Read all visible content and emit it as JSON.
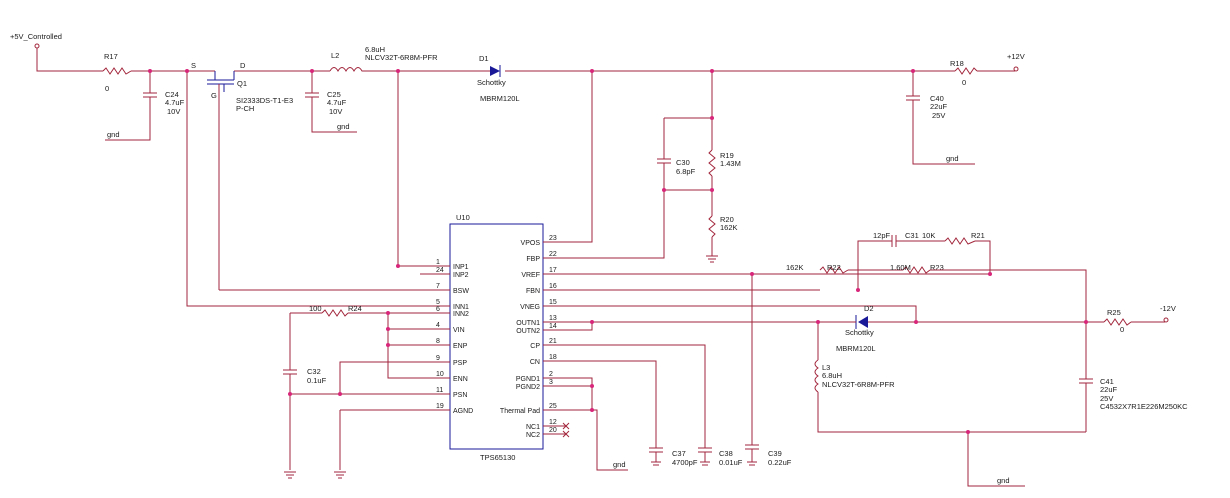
{
  "labels": {
    "net_5v": "+5V_Controlled",
    "net_12v": "+12V",
    "net_m12v": "-12V",
    "gnd": "gnd"
  },
  "components": {
    "r17": {
      "ref": "R17",
      "val": "0"
    },
    "c24": {
      "ref": "C24",
      "val": "4.7uF",
      "v": "10V"
    },
    "q1": {
      "ref": "Q1",
      "part": "SI2333DS-T1-E3",
      "type": "P-CH",
      "s": "S",
      "d": "D",
      "g": "G"
    },
    "c25": {
      "ref": "C25",
      "val": "4.7uF",
      "v": "10V"
    },
    "l2": {
      "ref": "L2",
      "val": "6.8uH",
      "part": "NLCV32T-6R8M-PFR"
    },
    "d1": {
      "ref": "D1",
      "type": "Schottky",
      "part": "MBRM120L"
    },
    "c30": {
      "ref": "C30",
      "val": "6.8pF"
    },
    "r19": {
      "ref": "R19",
      "val": "1.43M"
    },
    "r20": {
      "ref": "R20",
      "val": "162K"
    },
    "r18": {
      "ref": "R18",
      "val": "0"
    },
    "c40": {
      "ref": "C40",
      "val": "22uF",
      "v": "25V"
    },
    "u10": {
      "ref": "U10",
      "part": "TPS65130"
    },
    "c31": {
      "ref": "C31",
      "val": "12pF"
    },
    "r21": {
      "ref": "R21",
      "val": "10K"
    },
    "r22": {
      "ref": "R22",
      "val": "162K"
    },
    "r23": {
      "ref": "R23",
      "val": "1.60M"
    },
    "d2": {
      "ref": "D2",
      "type": "Schottky",
      "part": "MBRM120L"
    },
    "r25": {
      "ref": "R25",
      "val": "0"
    },
    "l3": {
      "ref": "L3",
      "val": "6.8uH",
      "part": "NLCV32T-6R8M-PFR"
    },
    "c41": {
      "ref": "C41",
      "val": "22uF",
      "v": "25V",
      "part": "C4532X7R1E226M250KC"
    },
    "r24": {
      "ref": "R24",
      "val": "100"
    },
    "c32": {
      "ref": "C32",
      "val": "0.1uF"
    },
    "c37": {
      "ref": "C37",
      "val": "4700pF"
    },
    "c38": {
      "ref": "C38",
      "val": "0.01uF"
    },
    "c39": {
      "ref": "C39",
      "val": "0.22uF"
    }
  },
  "u10_left_pins": [
    {
      "num": "1",
      "name": "INP1"
    },
    {
      "num": "24",
      "name": "INP2"
    },
    {
      "num": "7",
      "name": "BSW"
    },
    {
      "num": "5",
      "name": "INN1"
    },
    {
      "num": "6",
      "name": "INN2"
    },
    {
      "num": "4",
      "name": "VIN"
    },
    {
      "num": "8",
      "name": "ENP"
    },
    {
      "num": "9",
      "name": "PSP"
    },
    {
      "num": "10",
      "name": "ENN"
    },
    {
      "num": "11",
      "name": "PSN"
    },
    {
      "num": "19",
      "name": "AGND"
    }
  ],
  "u10_right_pins": [
    {
      "num": "23",
      "name": "VPOS"
    },
    {
      "num": "22",
      "name": "FBP"
    },
    {
      "num": "17",
      "name": "VREF"
    },
    {
      "num": "16",
      "name": "FBN"
    },
    {
      "num": "15",
      "name": "VNEG"
    },
    {
      "num": "13",
      "name": "OUTN1"
    },
    {
      "num": "14",
      "name": "OUTN2"
    },
    {
      "num": "21",
      "name": "CP"
    },
    {
      "num": "18",
      "name": "CN"
    },
    {
      "num": "2",
      "name": "PGND1"
    },
    {
      "num": "3",
      "name": "PGND2"
    },
    {
      "num": "25",
      "name": "Thermal Pad"
    },
    {
      "num": "12",
      "name": "NC1"
    },
    {
      "num": "20",
      "name": "NC2"
    }
  ]
}
